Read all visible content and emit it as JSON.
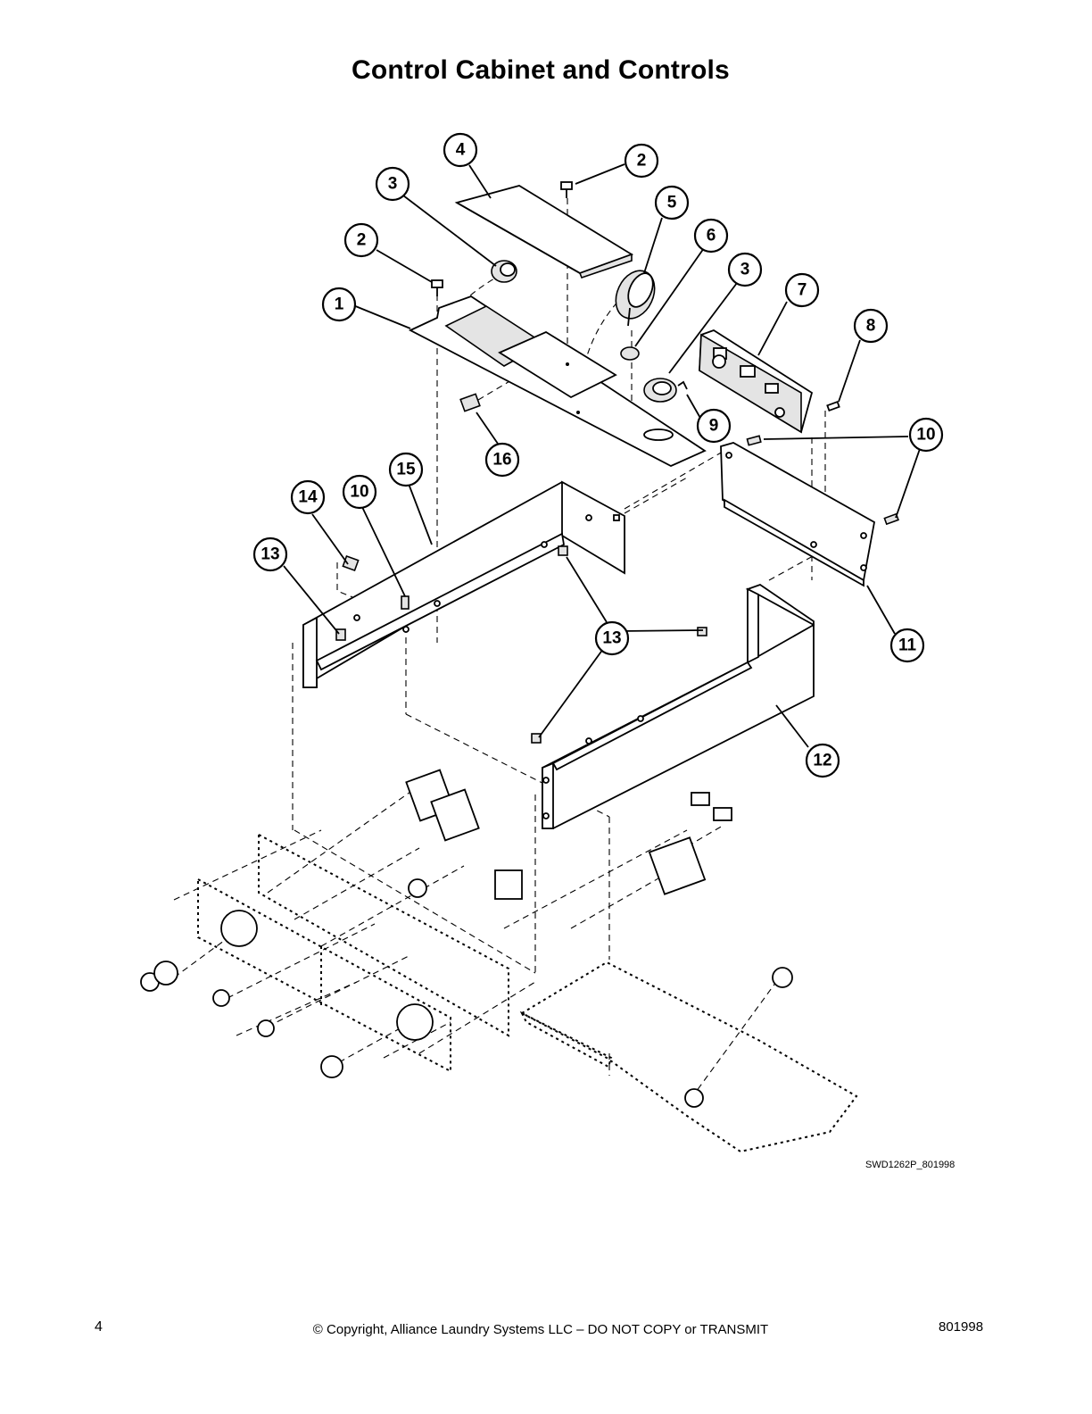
{
  "page_title": "Control Cabinet and Controls",
  "diagram": {
    "callouts": [
      {
        "id": "c1",
        "label": "1"
      },
      {
        "id": "c2a",
        "label": "2"
      },
      {
        "id": "c2b",
        "label": "2"
      },
      {
        "id": "c3a",
        "label": "3"
      },
      {
        "id": "c3b",
        "label": "3"
      },
      {
        "id": "c4",
        "label": "4"
      },
      {
        "id": "c5",
        "label": "5"
      },
      {
        "id": "c6",
        "label": "6"
      },
      {
        "id": "c7",
        "label": "7"
      },
      {
        "id": "c8",
        "label": "8"
      },
      {
        "id": "c9",
        "label": "9"
      },
      {
        "id": "c10a",
        "label": "10"
      },
      {
        "id": "c10b",
        "label": "10"
      },
      {
        "id": "c11",
        "label": "11"
      },
      {
        "id": "c12",
        "label": "12"
      },
      {
        "id": "c13a",
        "label": "13"
      },
      {
        "id": "c13b",
        "label": "13"
      },
      {
        "id": "c14",
        "label": "14"
      },
      {
        "id": "c15",
        "label": "15"
      },
      {
        "id": "c16",
        "label": "16"
      }
    ],
    "drawing_id": "SWD1262P_801998"
  },
  "footer": {
    "page_number": "4",
    "copyright": "© Copyright, Alliance Laundry Systems LLC – DO NOT COPY or TRANSMIT",
    "document_number": "801998"
  }
}
